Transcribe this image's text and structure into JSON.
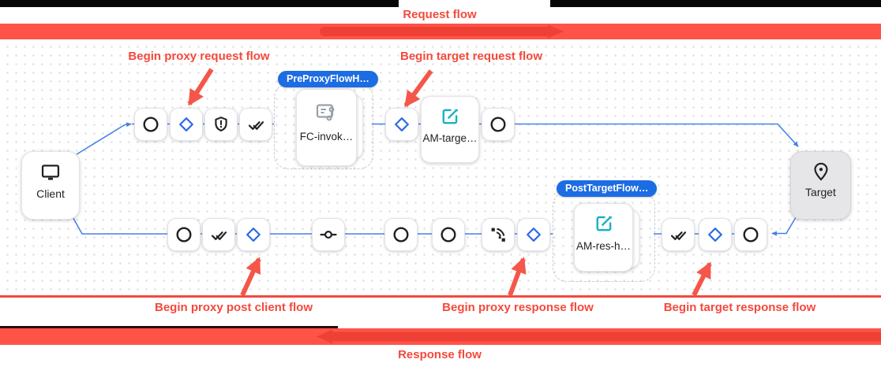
{
  "banners": {
    "request_flow_label": "Request flow",
    "response_flow_label": "Response flow"
  },
  "callouts": [
    {
      "id": "begin-proxy-request",
      "label": "Begin proxy request flow"
    },
    {
      "id": "begin-target-request",
      "label": "Begin target request flow"
    },
    {
      "id": "begin-proxy-post-client",
      "label": "Begin proxy post client flow"
    },
    {
      "id": "begin-proxy-response",
      "label": "Begin proxy response flow"
    },
    {
      "id": "begin-target-response",
      "label": "Begin target response flow"
    }
  ],
  "diagram": {
    "client_label": "Client",
    "target_label": "Target",
    "pre_proxy_group": {
      "badge": "PreProxyFlowH…",
      "policy_label": "FC-invok…"
    },
    "post_target_group": {
      "badge": "PostTargetFlow…",
      "policy_label": "AM-res-h…"
    },
    "am_target_policy_label": "AM-targe…"
  },
  "colors": {
    "accent_red": "#f4493c",
    "bar_red": "#ff5348",
    "bar_arrow_red": "#ee4034",
    "badge_blue": "#1c6ce3",
    "line_blue": "#4580ec",
    "edit_icon_teal": "#17b0c4"
  }
}
